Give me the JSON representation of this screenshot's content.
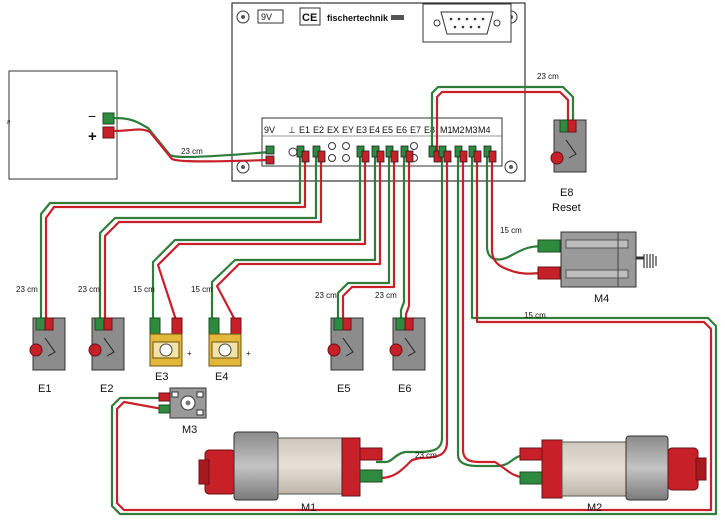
{
  "interface": {
    "brand": "fischertechnik",
    "power_label": "9V",
    "terminals": [
      "9V",
      "⊥",
      "E1",
      "E2",
      "EX",
      "EY",
      "E3",
      "E4",
      "E5",
      "E6",
      "E7",
      "E8",
      "M1",
      "M2",
      "M3",
      "M4"
    ]
  },
  "battery": {
    "minus": "−",
    "plus": "+",
    "side_mark": "≈"
  },
  "cables": {
    "battery": "23 cm",
    "e8": "23 cm",
    "e1": "23 cm",
    "e2": "23 cm",
    "e3": "15 cm",
    "e4": "15 cm",
    "e5": "23 cm",
    "e6": "23 cm",
    "m4": "15 cm",
    "m2_long": "15 cm",
    "m1m2": "23 cm"
  },
  "components": {
    "e1": "E1",
    "e2": "E2",
    "e3": "E3",
    "e4": "E4",
    "e5": "E5",
    "e6": "E6",
    "e8": "E8",
    "e8_sub": "Reset",
    "m1": "M1",
    "m2": "M2",
    "m3": "M3",
    "m4": "M4",
    "plus": "+"
  },
  "colors": {
    "wire_red": "#c8202a",
    "wire_green": "#2e7d3a",
    "plug_red": "#c82028",
    "plug_green": "#2e8a3e"
  }
}
